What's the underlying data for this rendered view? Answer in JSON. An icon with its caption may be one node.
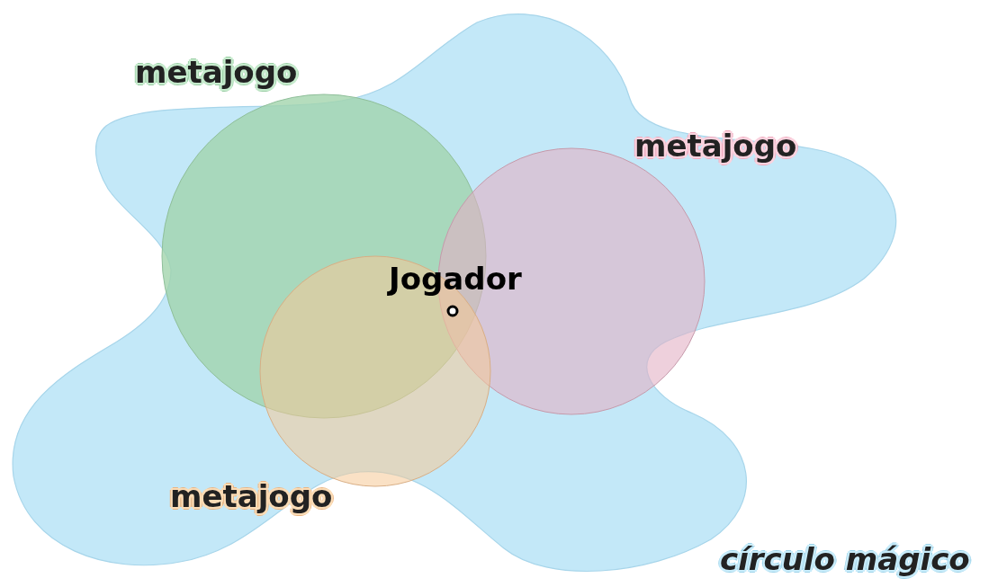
{
  "diagram": {
    "nodes": [
      {
        "text": [
          "círculo mágico"
        ]
      },
      {
        "text": [
          "metajogo"
        ],
        "in": 0
      },
      {
        "text": [
          "metajogo"
        ],
        "in": 0
      },
      {
        "text": [
          "metajogo"
        ],
        "in": 0
      },
      {
        "text": [
          "Jogador"
        ]
      }
    ],
    "edges": []
  }
}
